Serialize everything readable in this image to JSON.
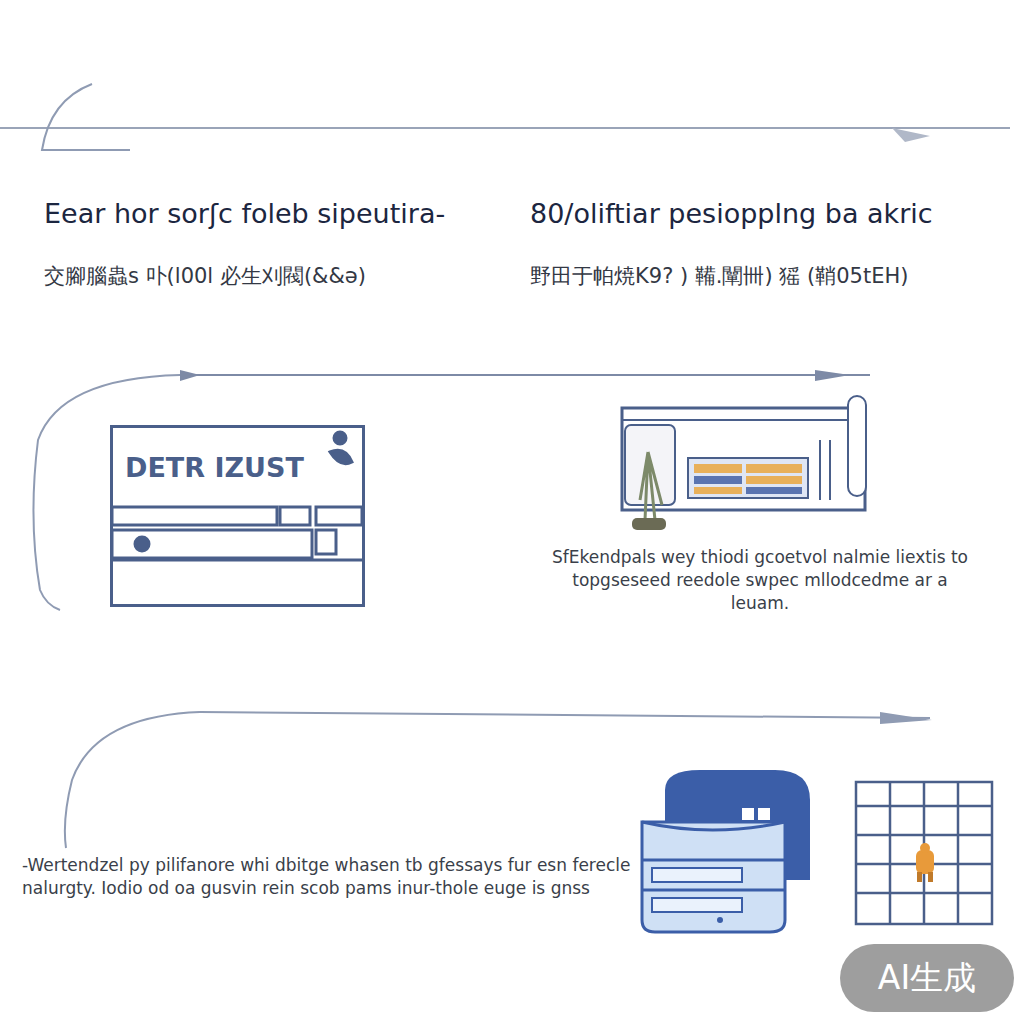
{
  "diagram": {
    "nodes": [
      {
        "text": [
          "DETR IZUST"
        ]
      }
    ],
    "labels": [
      "Eear hor sorʃc foleb sipeutira-",
      "80/oliftiar pesiopplng ba akric",
      "交腳腦蟲s 卟(l00l 必生刈閥(&&ə)",
      "野田于帕焼K9? ) 鞴.闡卌) 猺 (鞘05tEH)",
      "SfEkendpals wey thiodi gcoetvol nalmie liextis to topgseseed reedole swpec mllodcedme ar a leuam.",
      "-Wertendzel py pilifanore whi dbitge whasen tb gfessays fur esn ferecle nalurgty. Iodio od oa gusvin rein scob pams inur-thole euge is gnss",
      "AI生成"
    ]
  }
}
